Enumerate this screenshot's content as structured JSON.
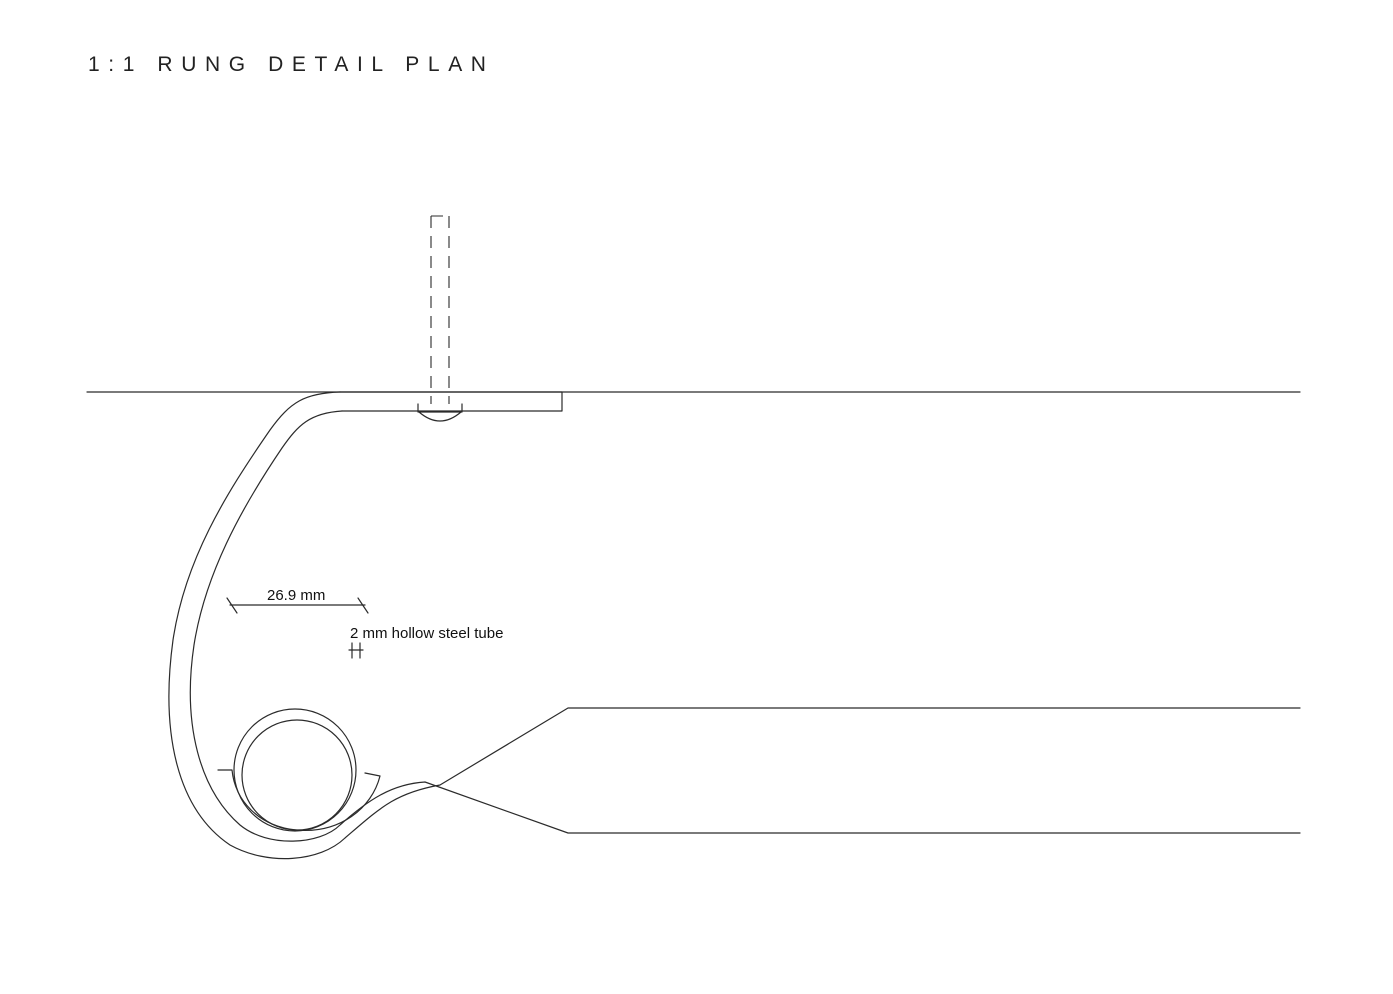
{
  "title": "1:1 RUNG DETAIL PLAN",
  "dimension_label": "26.9 mm",
  "tube_label": "2 mm hollow steel tube",
  "colors": {
    "line": "#2b2b2b",
    "text": "#111111",
    "background": "#ffffff"
  }
}
